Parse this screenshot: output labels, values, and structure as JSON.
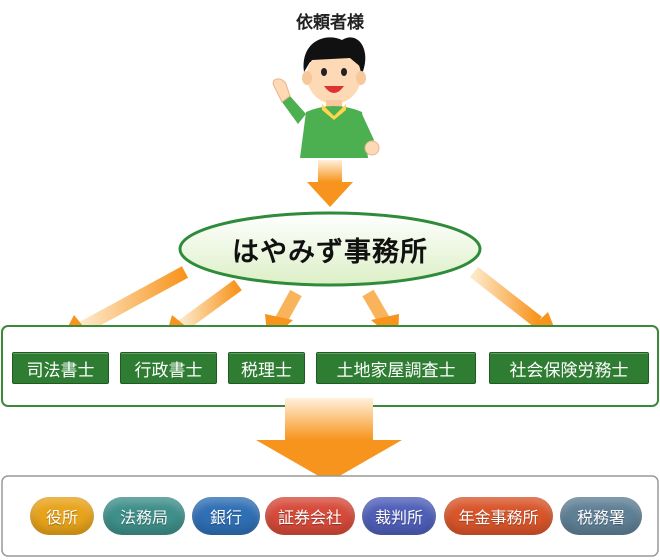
{
  "client_label": "依頼者様",
  "office_name": "はやみず事務所",
  "professions": [
    "司法書士",
    "行政書士",
    "税理士",
    "土地家屋調査士",
    "社会保険労務士"
  ],
  "institutions": [
    {
      "label": "役所",
      "color": "#e8a31a"
    },
    {
      "label": "法務局",
      "color": "#3f8f8a"
    },
    {
      "label": "銀行",
      "color": "#2f6fb5"
    },
    {
      "label": "証券会社",
      "color": "#d64a3a"
    },
    {
      "label": "裁判所",
      "color": "#4f5fb8"
    },
    {
      "label": "年金事務所",
      "color": "#d9552a"
    },
    {
      "label": "税務署",
      "color": "#5f7f95"
    }
  ],
  "colors": {
    "arrow": "#f7941d",
    "box_border": "#3a8a3a",
    "profession_fill": "#2e7d32",
    "ellipse_border": "#2e8b3a",
    "ellipse_fill": "#eef7e0",
    "person_shirt": "#4caf50"
  }
}
